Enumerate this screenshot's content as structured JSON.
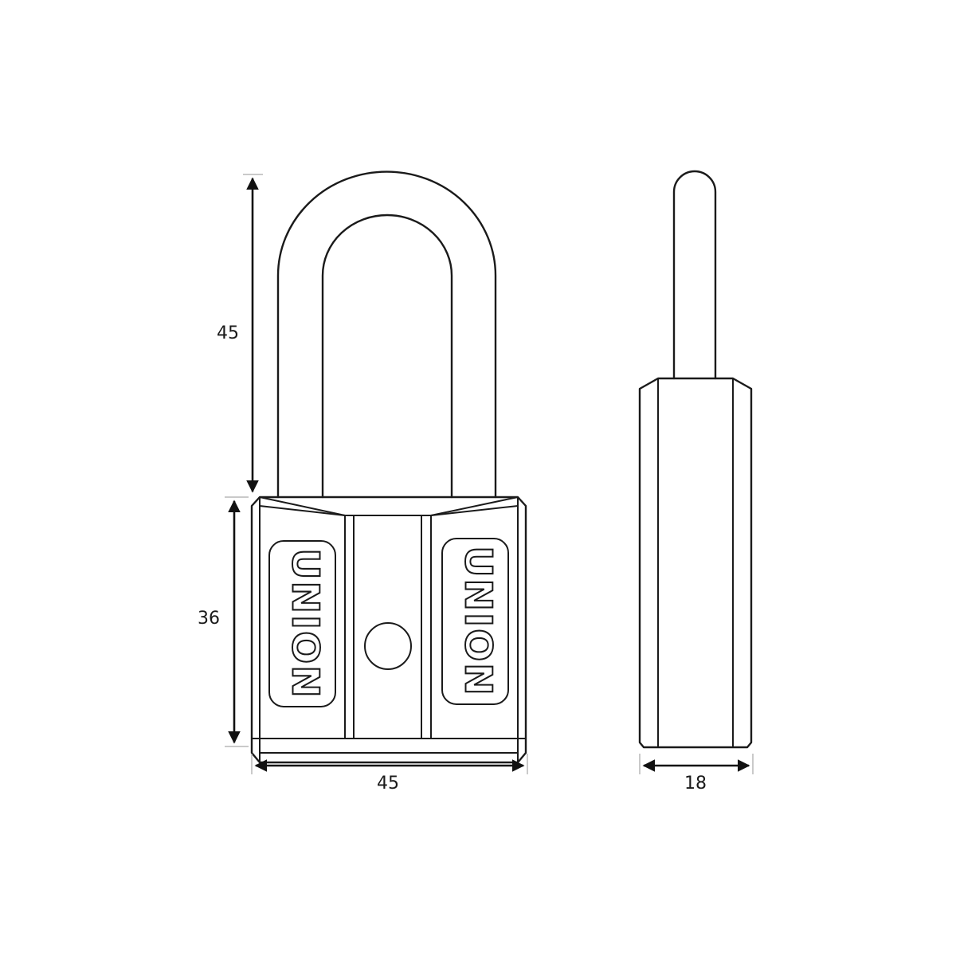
{
  "diagram": {
    "subject": "padlock technical drawing",
    "views": [
      {
        "name": "front view",
        "brand_text": "UNION"
      },
      {
        "name": "side view"
      }
    ],
    "dimensions": {
      "shackle_height": "45",
      "body_height": "36",
      "body_width": "45",
      "body_depth": "18"
    },
    "brand_text": "UNION",
    "line_color": "#1a1a1a",
    "background": "#ffffff"
  }
}
